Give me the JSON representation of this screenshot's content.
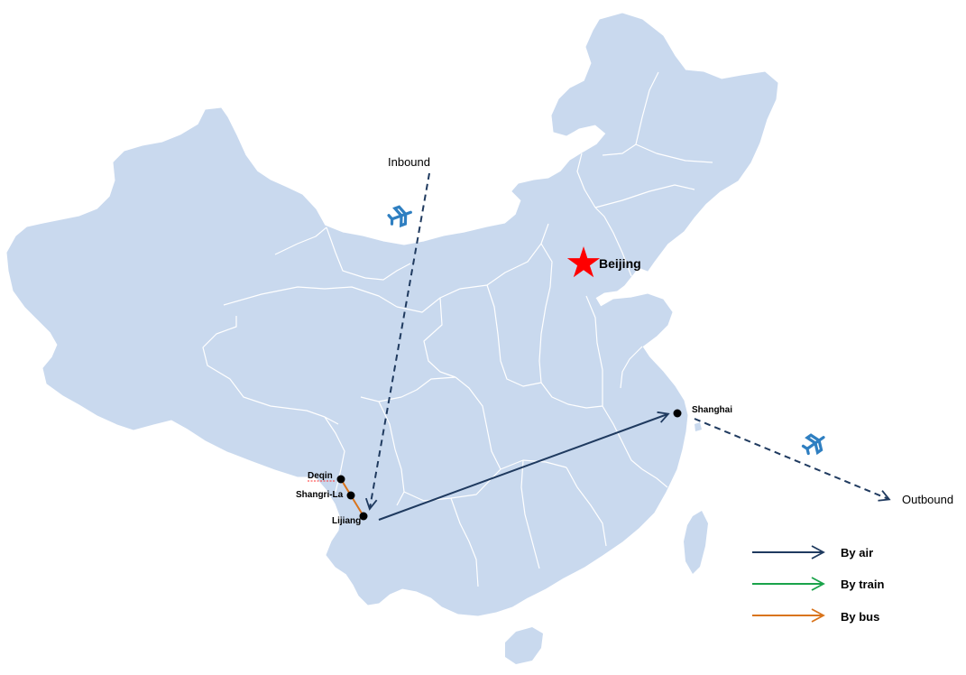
{
  "colors": {
    "land": "#c9d9ee",
    "border": "#ffffff",
    "air": "#1f3a5f",
    "train": "#1aa34a",
    "bus": "#d9741c",
    "capital_star": "#ff0000",
    "plane": "#2f7fc1",
    "city_dot": "#000000"
  },
  "cities": {
    "capital": "Beijing",
    "deqin": "Deqin",
    "shangrila": "Shangri-La",
    "lijiang": "Lijiang",
    "shanghai": "Shanghai"
  },
  "flows": {
    "inbound": "Inbound",
    "outbound": "Outbound"
  },
  "legend": {
    "air": "By air",
    "train": "By train",
    "bus": "By bus"
  },
  "icons": [
    "airplane-icon",
    "star-icon",
    "arrow-icon"
  ]
}
